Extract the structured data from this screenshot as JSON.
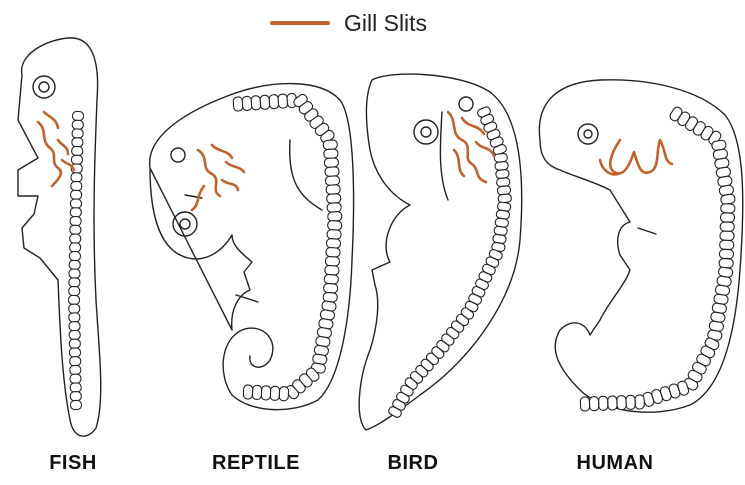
{
  "legend": {
    "label": "Gill Slits",
    "color": "#c0622a"
  },
  "embryos": [
    {
      "id": "fish",
      "label": "FISH"
    },
    {
      "id": "reptile",
      "label": "REPTILE"
    },
    {
      "id": "bird",
      "label": "BIRD"
    },
    {
      "id": "human",
      "label": "HUMAN"
    }
  ],
  "colors": {
    "outline": "#222222",
    "gill": "#c0622a",
    "background": "#ffffff"
  }
}
